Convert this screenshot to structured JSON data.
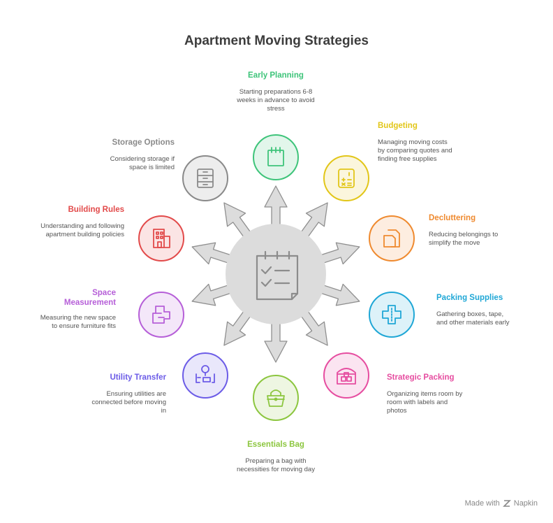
{
  "title": "Apartment Moving Strategies",
  "nodes": [
    {
      "id": "early-planning",
      "label": "Early Planning",
      "description": "Starting preparations 6-8 weeks in advance to avoid stress",
      "color": "#3ec47a",
      "icon": "calendar-icon"
    },
    {
      "id": "budgeting",
      "label": "Budgeting",
      "description": "Managing moving costs by comparing quotes and finding free supplies",
      "color": "#e2c619",
      "icon": "calculator-icon"
    },
    {
      "id": "decluttering",
      "label": "Decluttering",
      "description": "Reducing belongings to simplify the move",
      "color": "#ef8a2f",
      "icon": "documents-icon"
    },
    {
      "id": "packing-supplies",
      "label": "Packing Supplies",
      "description": "Gathering boxes, tape, and other materials early",
      "color": "#1fa7d6",
      "icon": "tape-icon"
    },
    {
      "id": "strategic-packing",
      "label": "Strategic Packing",
      "description": "Organizing items room by room with labels and photos",
      "color": "#e64da0",
      "icon": "warehouse-icon"
    },
    {
      "id": "essentials-bag",
      "label": "Essentials Bag",
      "description": "Preparing a bag with necessities for moving day",
      "color": "#8cc63f",
      "icon": "bag-icon"
    },
    {
      "id": "utility-transfer",
      "label": "Utility Transfer",
      "description": "Ensuring utilities are connected before moving in",
      "color": "#6c5ce7",
      "icon": "lightbulb-battery-icon"
    },
    {
      "id": "space-measurement",
      "label": "Space Measurement",
      "description": "Measuring the new space to ensure furniture fits",
      "color": "#b65fd8",
      "icon": "floorplan-icon"
    },
    {
      "id": "building-rules",
      "label": "Building Rules",
      "description": "Understanding and following apartment building policies",
      "color": "#e24a4a",
      "icon": "building-icon"
    },
    {
      "id": "storage-options",
      "label": "Storage Options",
      "description": "Considering storage if space is limited",
      "color": "#8a8a8a",
      "icon": "cabinet-icon"
    }
  ],
  "center": {
    "icon": "checklist-icon"
  },
  "footer": {
    "text": "Made with",
    "brand": "Napkin"
  }
}
